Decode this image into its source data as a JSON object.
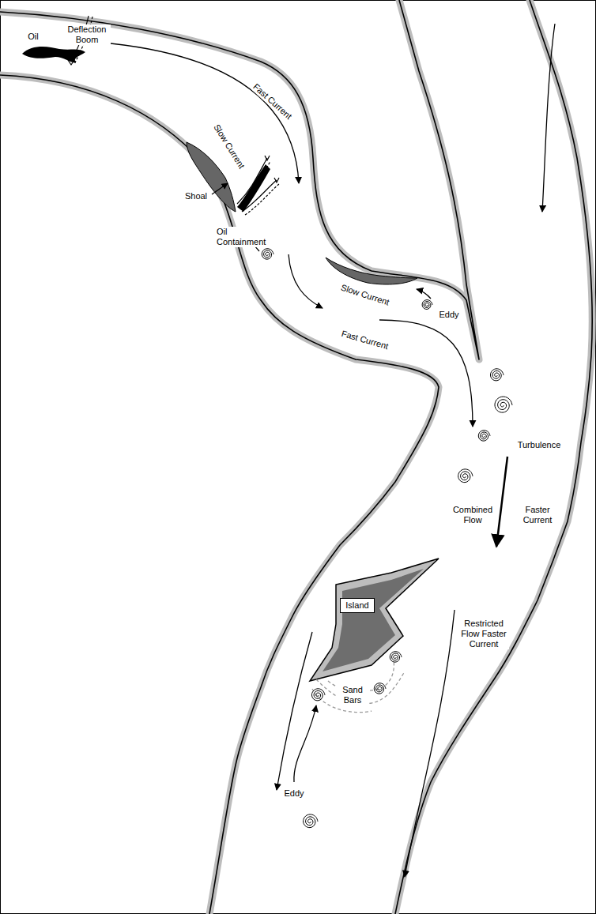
{
  "diagram": {
    "nodes": [
      {
        "text": [
          "Island"
        ]
      }
    ],
    "labels": [
      "Oil",
      "Deflection Boom",
      "Fast Current",
      "Slow Current",
      "Shoal",
      "Oil Containment",
      "Slow Current",
      "Eddy",
      "Fast Current",
      "Turbulence",
      "Combined Flow",
      "Faster Current",
      "Restricted Flow Faster Current",
      "Sand Bars",
      "Eddy"
    ]
  }
}
